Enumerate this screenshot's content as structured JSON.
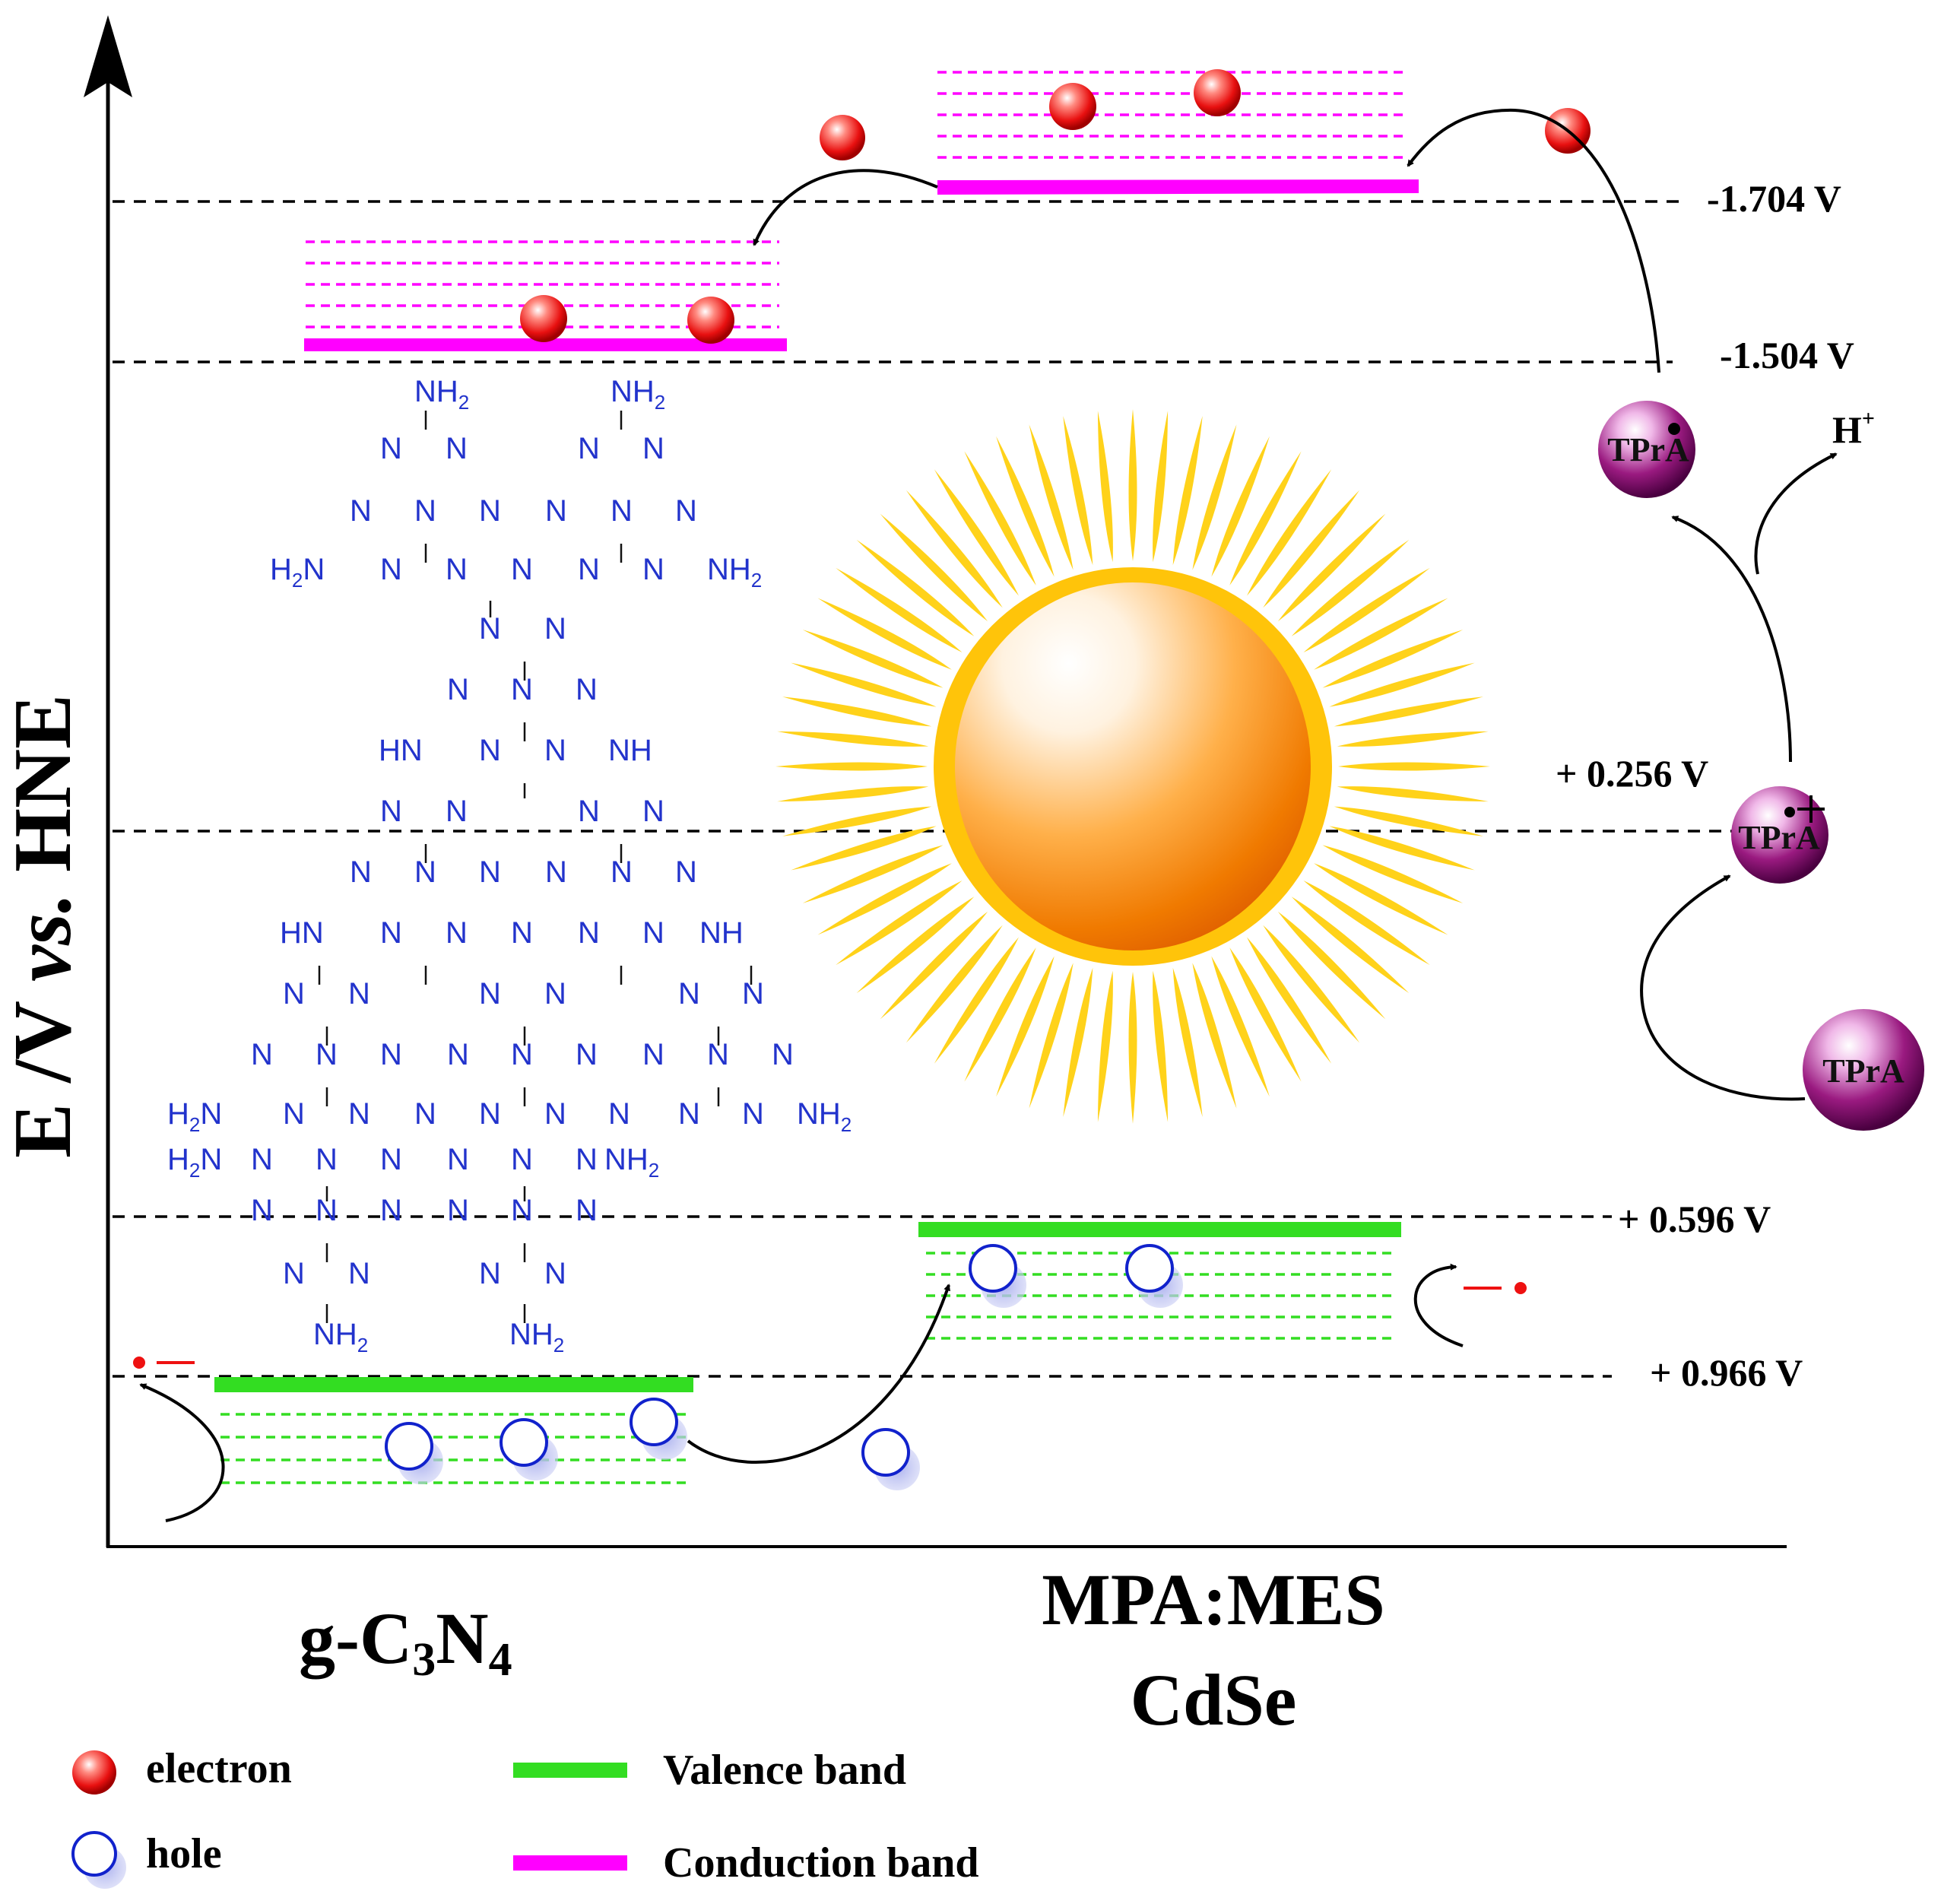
{
  "axis_label": {
    "main": "E /V ",
    "italic": "vs.",
    "tail": " HNE"
  },
  "potentials": {
    "cb_cdse": "-1.704 V",
    "cb_gcn": "-1.504 V",
    "tpra_level": "+ 0.256 V",
    "vb_cdse": "+ 0.596 V",
    "vb_gcn": "+ 0.966 V"
  },
  "materials": {
    "gcn": {
      "base": "g-C",
      "sub1": "3",
      "mid": "N",
      "sub2": "4"
    },
    "cdse_line1": "MPA:MES",
    "cdse_line2": "CdSe"
  },
  "species": {
    "tpra": "TPrA",
    "proton_base": "H",
    "proton_sup": "+"
  },
  "structure": {
    "N": "N",
    "NH": "NH",
    "HN": "HN",
    "NH2": "NH",
    "H2N": "H",
    "sub2": "2",
    "H2N_tail": "N"
  },
  "legend": {
    "electron": "electron",
    "hole": "hole",
    "valence": "Valence band",
    "conduction": "Conduction band"
  },
  "colors": {
    "conduction_band": "#ff00ff",
    "valence_band": "#33dd22",
    "electron": "#ee1111",
    "hole": "#1122cc",
    "tpra": "#8a1070",
    "sun_rays": "#ffd21a",
    "nitrogen_text": "#2233cc"
  }
}
